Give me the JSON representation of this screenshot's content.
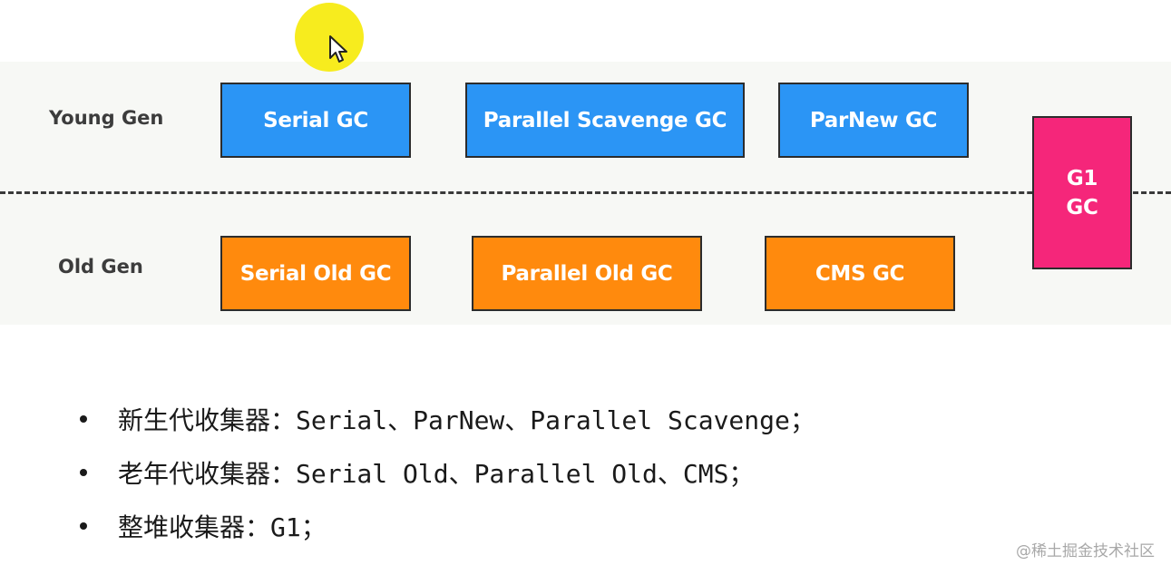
{
  "diagram": {
    "row_labels": {
      "young": "Young Gen",
      "old": "Old Gen"
    },
    "young_collectors": [
      "Serial GC",
      "Parallel Scavenge GC",
      "ParNew GC"
    ],
    "old_collectors": [
      "Serial Old GC",
      "Parallel Old GC",
      "CMS GC"
    ],
    "whole_heap_collector": {
      "line1": "G1",
      "line2": "GC"
    },
    "colors": {
      "young": "#2b95f5",
      "old": "#ff8a0d",
      "whole": "#f5267a",
      "band": "#f7f8f5",
      "cursor_halo": "#f7ec1e"
    }
  },
  "bullets": [
    "新生代收集器：Serial、ParNew、Parallel Scavenge；",
    "老年代收集器：Serial Old、Parallel Old、CMS；",
    "整堆收集器：G1；"
  ],
  "watermark": "@稀土掘金技术社区",
  "icons": {
    "cursor": "mouse-pointer-icon"
  }
}
